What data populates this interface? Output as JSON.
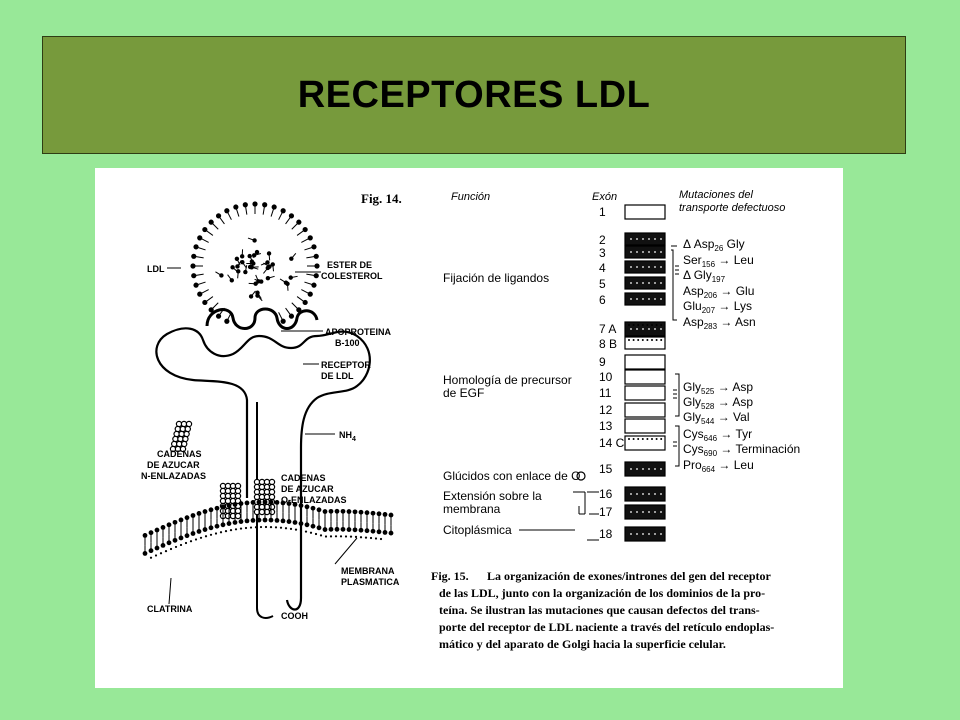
{
  "slide": {
    "title": "RECEPTORES LDL"
  },
  "fig14": {
    "caption": "Fig. 14.",
    "labels": {
      "ldl": "LDL",
      "ester_1": "ESTER DE",
      "ester_2": "COLESTEROL",
      "apo_1": "APOPROTEINA",
      "apo_2": "B-100",
      "rec_1": "RECEPTOR",
      "rec_2": "DE LDL",
      "nh": "NH",
      "nh_sub": "4",
      "cad_n_1": "CADENAS",
      "cad_n_2": "DE AZUCAR",
      "cad_n_3": "N-ENLAZADAS",
      "cad_o_1": "CADENAS",
      "cad_o_2": "DE AZUCAR",
      "cad_o_3": "O-ENLAZADAS",
      "memb_1": "MEMBRANA",
      "memb_2": "PLASMATICA",
      "clatrina": "CLATRINA",
      "cooh": "COOH"
    }
  },
  "fig15": {
    "headers": {
      "funcion": "Función",
      "exon": "Exón",
      "mut_1": "Mutaciones del",
      "mut_2": "transporte defectuoso"
    },
    "functions": {
      "fijacion": "Fijación de ligandos",
      "homologia_1": "Homología de precursor",
      "homologia_2": "de EGF",
      "glucidos": "Glúcidos con enlace de O",
      "extension_1": "Extensión sobre la",
      "extension_2": "membrana",
      "citoplasmica": "Citoplásmica"
    },
    "exons": [
      "1",
      "2",
      "3",
      "4",
      "5",
      "6",
      "7 A",
      "8 B",
      "9",
      "10",
      "11",
      "12",
      "13",
      "14 C",
      "15",
      "16",
      "17",
      "18"
    ],
    "mutations": [
      {
        "prefix": "Δ ",
        "aa": "Asp",
        "sub": "26",
        "to": "Gly"
      },
      {
        "prefix": "",
        "aa": "Ser",
        "sub": "156",
        "to": "Leu"
      },
      {
        "prefix": "Δ ",
        "aa": "Gly",
        "sub": "197",
        "to": ""
      },
      {
        "prefix": "",
        "aa": "Asp",
        "sub": "206",
        "to": "Glu"
      },
      {
        "prefix": "",
        "aa": "Glu",
        "sub": "207",
        "to": "Lys"
      },
      {
        "prefix": "",
        "aa": "Asp",
        "sub": "283",
        "to": "Asn"
      },
      {
        "prefix": "",
        "aa": "Gly",
        "sub": "525",
        "to": "Asp"
      },
      {
        "prefix": "",
        "aa": "Gly",
        "sub": "528",
        "to": "Asp"
      },
      {
        "prefix": "",
        "aa": "Gly",
        "sub": "544",
        "to": "Val"
      },
      {
        "prefix": "",
        "aa": "Cys",
        "sub": "646",
        "to": "Tyr"
      },
      {
        "prefix": "",
        "aa": "Cys",
        "sub": "690",
        "to": "Terminación"
      },
      {
        "prefix": "",
        "aa": "Pro",
        "sub": "664",
        "to": "Leu"
      }
    ],
    "caption_label": "Fig. 15.",
    "caption_lines": [
      "La organización de exones/intrones del gen del receptor",
      "de las LDL, junto con la organización de los dominios de la pro-",
      "teína. Se ilustran las mutaciones que causan defectos del trans-",
      "porte del receptor de LDL naciente a través del retículo endoplas-",
      "mático y del aparato de Golgi hacia la superficie celular."
    ]
  }
}
